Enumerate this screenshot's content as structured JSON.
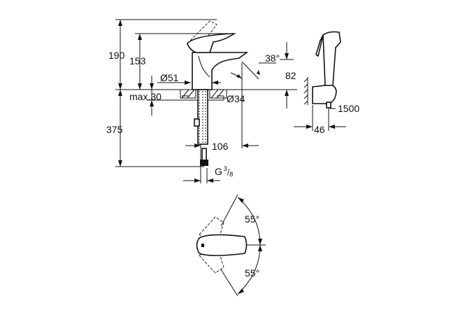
{
  "dimensions": {
    "height_total": "190",
    "height_spout": "153",
    "max_thickness": "max.30",
    "base_diameter": "Ø51",
    "hole_diameter": "Ø34",
    "spout_angle": "38°",
    "spout_height": "82",
    "below_counter": "375",
    "spout_reach": "106",
    "connection": "G",
    "connection_num": "3",
    "connection_den": "8",
    "hose_length": "1500",
    "holder_depth": "46",
    "rotation_left": "55°",
    "rotation_right": "55°"
  }
}
